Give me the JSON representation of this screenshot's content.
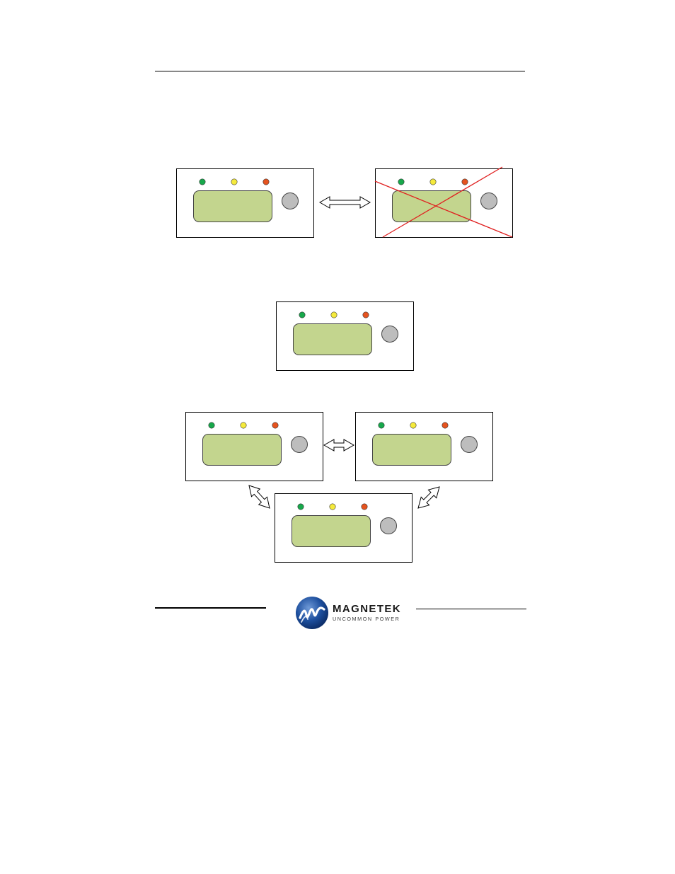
{
  "colors": {
    "panel_border": "#000000",
    "panel_fill": "#ffffff",
    "display_fill": "#c3d58e",
    "button_fill": "#bdbdbd",
    "led_green": "#17a84b",
    "led_yellow": "#f5ea3c",
    "led_red": "#e5531f",
    "cross": "#e02020",
    "logo_blue": "#1d4f9e"
  },
  "diagram": {
    "panels": [
      {
        "id": "panel-top-left",
        "crossed": false
      },
      {
        "id": "panel-top-right",
        "crossed": true
      },
      {
        "id": "panel-middle",
        "crossed": false
      },
      {
        "id": "panel-lower-left",
        "crossed": false
      },
      {
        "id": "panel-lower-right",
        "crossed": false
      },
      {
        "id": "panel-bottom",
        "crossed": false
      }
    ],
    "arrows": [
      {
        "id": "arrow-top-pair",
        "from": "panel-top-left",
        "to": "panel-top-right"
      },
      {
        "id": "arrow-lower-pair",
        "from": "panel-lower-left",
        "to": "panel-lower-right"
      },
      {
        "id": "arrow-left-diagonal",
        "from": "panel-lower-left",
        "to": "panel-bottom"
      },
      {
        "id": "arrow-right-diagonal",
        "from": "panel-lower-right",
        "to": "panel-bottom"
      }
    ]
  },
  "footer": {
    "logo": {
      "icon": "magnetek-wave-logo-icon",
      "name": "MAGNETEK",
      "tagline": "UNCOMMON POWER"
    }
  }
}
